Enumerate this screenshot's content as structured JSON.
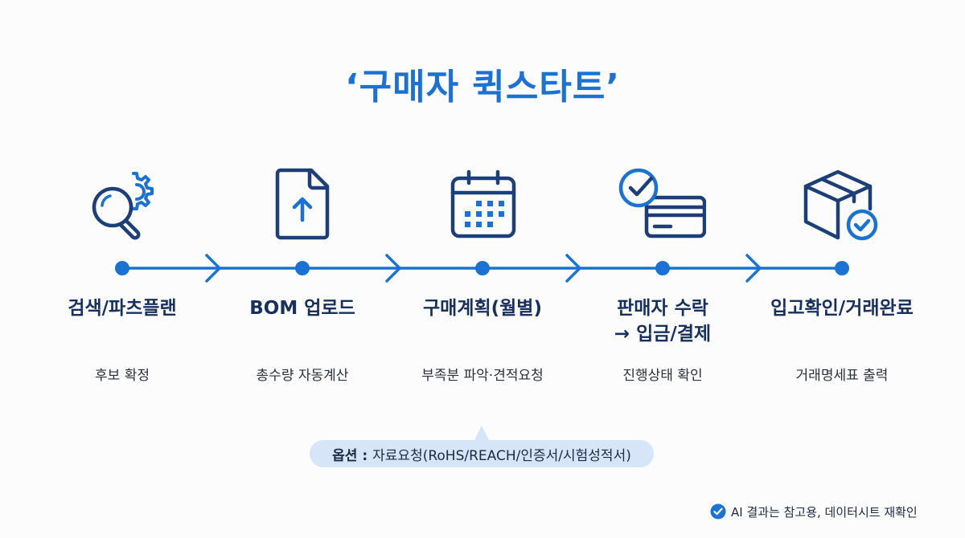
{
  "title": "‘구매자 퀵스타트’",
  "colors": {
    "accent": "#1a73d4",
    "icon_dark": "#1c3f7a",
    "title_text": "#17305e",
    "option_bg": "#d6e6f8"
  },
  "steps": [
    {
      "icon": "search-gear-icon",
      "title": "검색/파츠플랜",
      "desc": "후보 확정"
    },
    {
      "icon": "file-upload-icon",
      "title": "BOM 업로드",
      "desc": "총수량 자동계산"
    },
    {
      "icon": "calendar-icon",
      "title": "구매계획(월별)",
      "desc": "부족분 파악·견적요청"
    },
    {
      "icon": "card-check-icon",
      "title": "판매자 수락",
      "title2": "→ 입금/결제",
      "desc": "진행상태 확인"
    },
    {
      "icon": "box-check-icon",
      "title": "입고확인/거래완료",
      "desc": "거래명세표 출력"
    }
  ],
  "option": {
    "label": "옵션 :",
    "text": "자료요청(RoHS/REACH/인증서/시험성적서)"
  },
  "disclaimer": {
    "icon": "check-circle-icon",
    "text": "AI 결과는 참고용, 데이터시트 재확인"
  }
}
